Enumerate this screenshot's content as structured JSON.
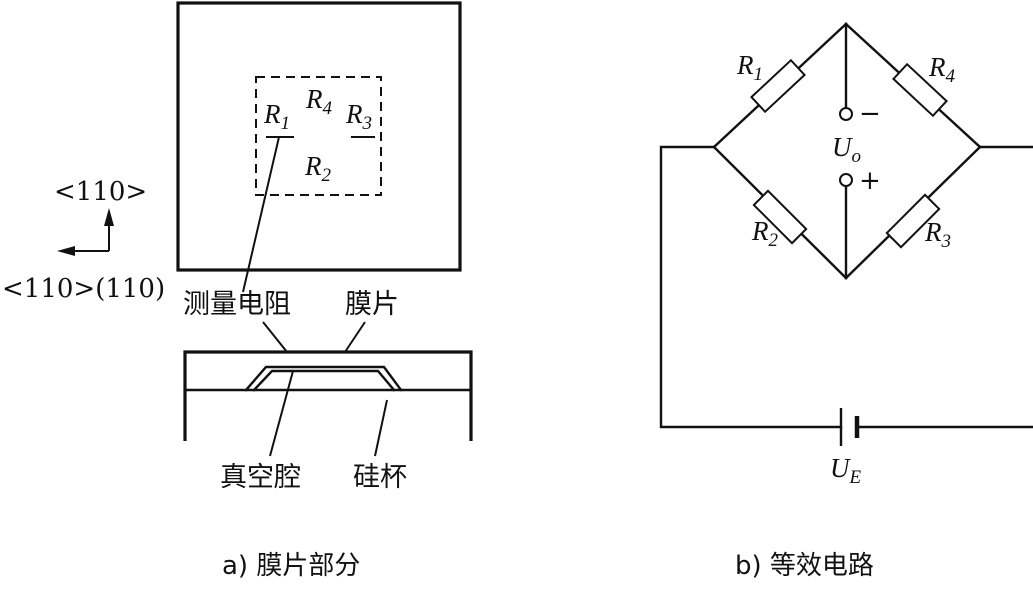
{
  "left": {
    "labels": {
      "r1": {
        "main": "R",
        "sub": "1"
      },
      "r2": {
        "main": "R",
        "sub": "2"
      },
      "r3": {
        "main": "R",
        "sub": "3"
      },
      "r4": {
        "main": "R",
        "sub": "4"
      }
    },
    "direction_vertical": "<110>",
    "direction_horizontal": "<110>(110)",
    "label_measuring_resistor": "测量电阻",
    "label_diaphragm": "膜片",
    "label_vacuum_cavity": "真空腔",
    "label_silicon_cup": "硅杯",
    "caption": "a) 膜片部分"
  },
  "right": {
    "resistors": {
      "r1": {
        "main": "R",
        "sub": "1"
      },
      "r2": {
        "main": "R",
        "sub": "2"
      },
      "r3": {
        "main": "R",
        "sub": "3"
      },
      "r4": {
        "main": "R",
        "sub": "4"
      }
    },
    "output": {
      "main": "U",
      "sub": "o",
      "minus": "−",
      "plus": "+"
    },
    "supply": {
      "main": "U",
      "sub": "E"
    },
    "caption": "b) 等效电路"
  },
  "colors": {
    "ink": "#111111",
    "background": "#ffffff"
  }
}
